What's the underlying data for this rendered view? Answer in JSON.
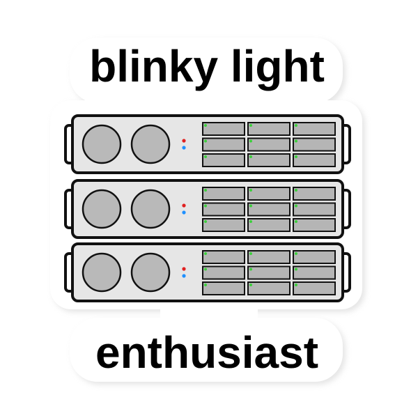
{
  "sticker": {
    "headline": "blinky light",
    "subline": "enthusiast"
  },
  "rack": {
    "units": 3,
    "fans_per_unit": 2,
    "drive_grid": {
      "rows": 3,
      "cols": 3
    },
    "indicator_lights": [
      "red",
      "blue"
    ],
    "drive_light": "green"
  },
  "colors": {
    "outline": "#111111",
    "chassis": "#e6e6e6",
    "fan": "#b9b9b9",
    "drive": "#b5b5b5",
    "drive_light": "#3ccf3c",
    "indicator_red": "#e02020",
    "indicator_blue": "#1e90ff",
    "sticker_shadow": "#d9d9d9"
  }
}
